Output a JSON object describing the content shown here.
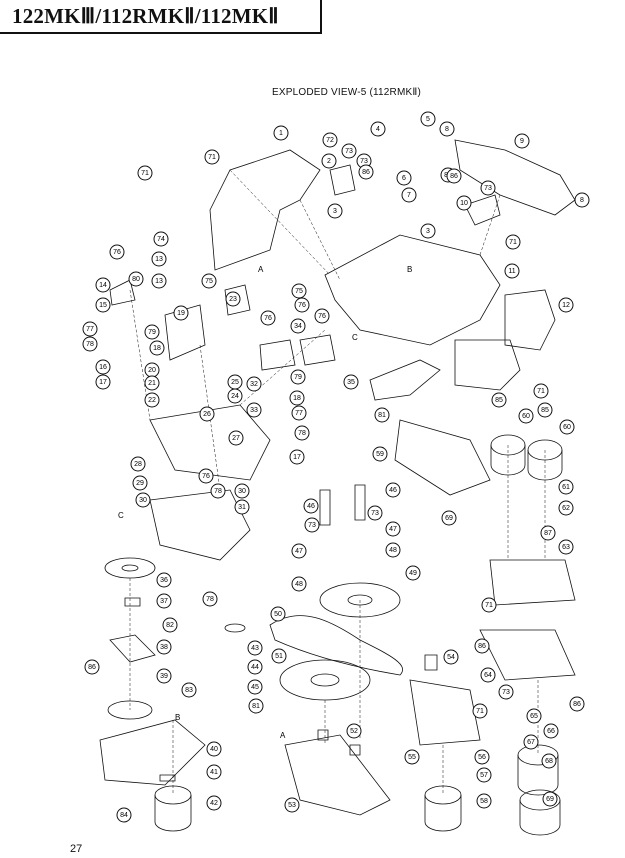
{
  "header": {
    "model_title": "122MKⅢ/112RMKⅡ/112MKⅡ"
  },
  "caption": "EXPLODED VIEW-5 (112RMKⅡ)",
  "page_number": "27",
  "section_letters": [
    "A",
    "B",
    "C",
    "C",
    "B",
    "A"
  ],
  "callouts": [
    "1",
    "2",
    "3",
    "3",
    "4",
    "5",
    "6",
    "7",
    "8",
    "8",
    "9",
    "10",
    "11",
    "12",
    "13",
    "13",
    "14",
    "15",
    "16",
    "17",
    "17",
    "18",
    "18",
    "19",
    "20",
    "21",
    "22",
    "23",
    "24",
    "25",
    "26",
    "27",
    "28",
    "29",
    "30",
    "30",
    "31",
    "32",
    "33",
    "34",
    "35",
    "36",
    "37",
    "38",
    "39",
    "40",
    "41",
    "42",
    "43",
    "44",
    "45",
    "46",
    "46",
    "47",
    "47",
    "48",
    "48",
    "49",
    "50",
    "51",
    "52",
    "53",
    "54",
    "55",
    "56",
    "57",
    "58",
    "59",
    "60",
    "60",
    "61",
    "62",
    "63",
    "64",
    "65",
    "66",
    "67",
    "68",
    "69",
    "69",
    "71",
    "71",
    "71",
    "71",
    "71",
    "71",
    "72",
    "73",
    "73",
    "73",
    "73",
    "73",
    "73",
    "74",
    "75",
    "75",
    "76",
    "76",
    "76",
    "76",
    "76",
    "77",
    "77",
    "78",
    "78",
    "78",
    "78",
    "79",
    "79",
    "80",
    "81",
    "81",
    "82",
    "83",
    "84",
    "85",
    "85",
    "86",
    "86",
    "86",
    "86",
    "86",
    "86",
    "87"
  ]
}
